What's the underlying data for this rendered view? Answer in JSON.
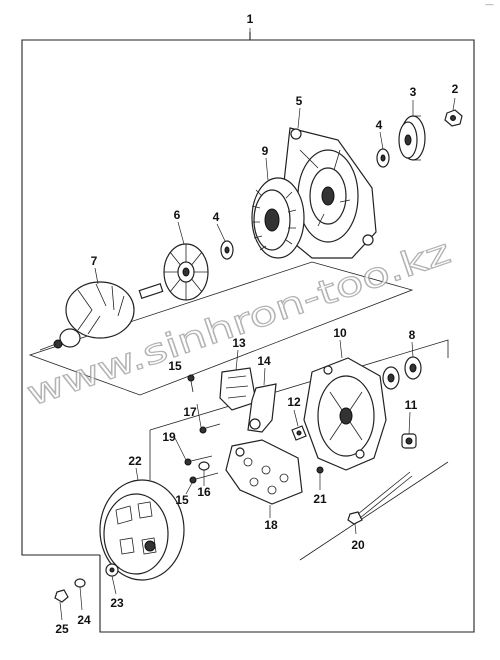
{
  "diagram": {
    "callouts": {
      "c1": "1",
      "c2": "2",
      "c3": "3",
      "c4a": "4",
      "c4b": "4",
      "c5": "5",
      "c6": "6",
      "c7": "7",
      "c8": "8",
      "c9": "9",
      "c10": "10",
      "c11": "11",
      "c12": "12",
      "c13": "13",
      "c14": "14",
      "c15a": "15",
      "c15b": "15",
      "c16": "16",
      "c17": "17",
      "c18": "18",
      "c19": "19",
      "c20": "20",
      "c21": "21",
      "c22": "22",
      "c23": "23",
      "c24": "24",
      "c25": "25"
    },
    "watermark": "www.sinhron-too.kz",
    "corner_mark": "—"
  }
}
